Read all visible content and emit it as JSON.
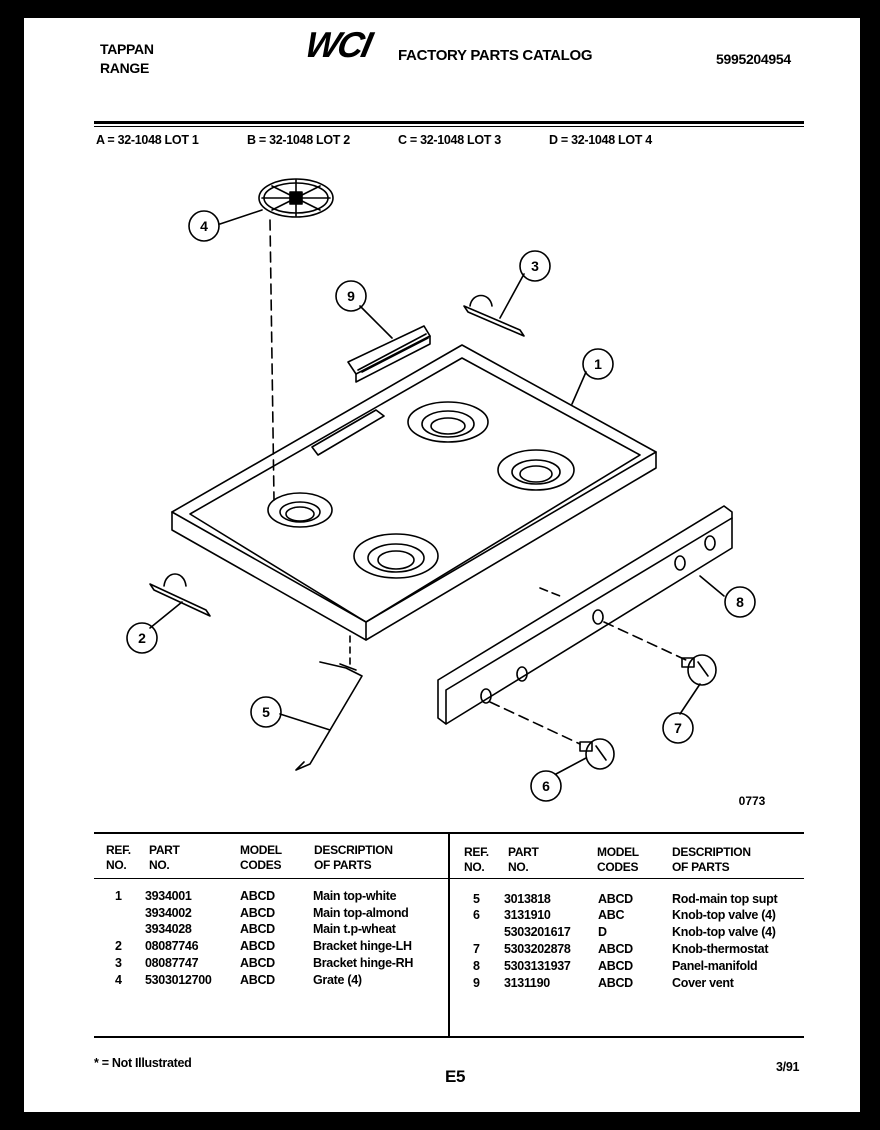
{
  "header": {
    "brand_line1": "TAPPAN",
    "brand_line2": "RANGE",
    "logo": "WCI",
    "catalog_title": "FACTORY PARTS CATALOG",
    "catalog_number": "5995204954"
  },
  "lots": [
    "A = 32-1048 LOT 1",
    "B = 32-1048 LOT 2",
    "C = 32-1048 LOT 3",
    "D = 32-1048 LOT 4"
  ],
  "diagram": {
    "callouts": [
      "1",
      "2",
      "3",
      "4",
      "5",
      "6",
      "7",
      "8",
      "9"
    ],
    "drawing_number": "0773"
  },
  "table": {
    "headers": {
      "ref_1": "REF.",
      "ref_2": "NO.",
      "part_1": "PART",
      "part_2": "NO.",
      "model_1": "MODEL",
      "model_2": "CODES",
      "desc_1": "DESCRIPTION",
      "desc_2": "OF PARTS"
    },
    "left_rows": [
      {
        "ref": "1",
        "part": "3934001",
        "model": "ABCD",
        "desc": "Main top-white"
      },
      {
        "ref": "",
        "part": "3934002",
        "model": "ABCD",
        "desc": "Main top-almond"
      },
      {
        "ref": "",
        "part": "3934028",
        "model": "ABCD",
        "desc": "Main t.p-wheat"
      },
      {
        "ref": "2",
        "part": "08087746",
        "model": "ABCD",
        "desc": "Bracket hinge-LH"
      },
      {
        "ref": "3",
        "part": "08087747",
        "model": "ABCD",
        "desc": "Bracket hinge-RH"
      },
      {
        "ref": "4",
        "part": "5303012700",
        "model": "ABCD",
        "desc": "Grate (4)"
      }
    ],
    "right_rows": [
      {
        "ref": "5",
        "part": "3013818",
        "model": "ABCD",
        "desc": "Rod-main top supt"
      },
      {
        "ref": "6",
        "part": "3131910",
        "model": "ABC",
        "desc": "Knob-top valve (4)"
      },
      {
        "ref": "",
        "part": "5303201617",
        "model": "D",
        "desc": "Knob-top valve (4)"
      },
      {
        "ref": "7",
        "part": "5303202878",
        "model": "ABCD",
        "desc": "Knob-thermostat"
      },
      {
        "ref": "8",
        "part": "5303131937",
        "model": "ABCD",
        "desc": "Panel-manifold"
      },
      {
        "ref": "9",
        "part": "3131190",
        "model": "ABCD",
        "desc": "Cover vent"
      }
    ]
  },
  "footer": {
    "note": "* = Not Illustrated",
    "page_code": "E5",
    "date": "3/91"
  }
}
